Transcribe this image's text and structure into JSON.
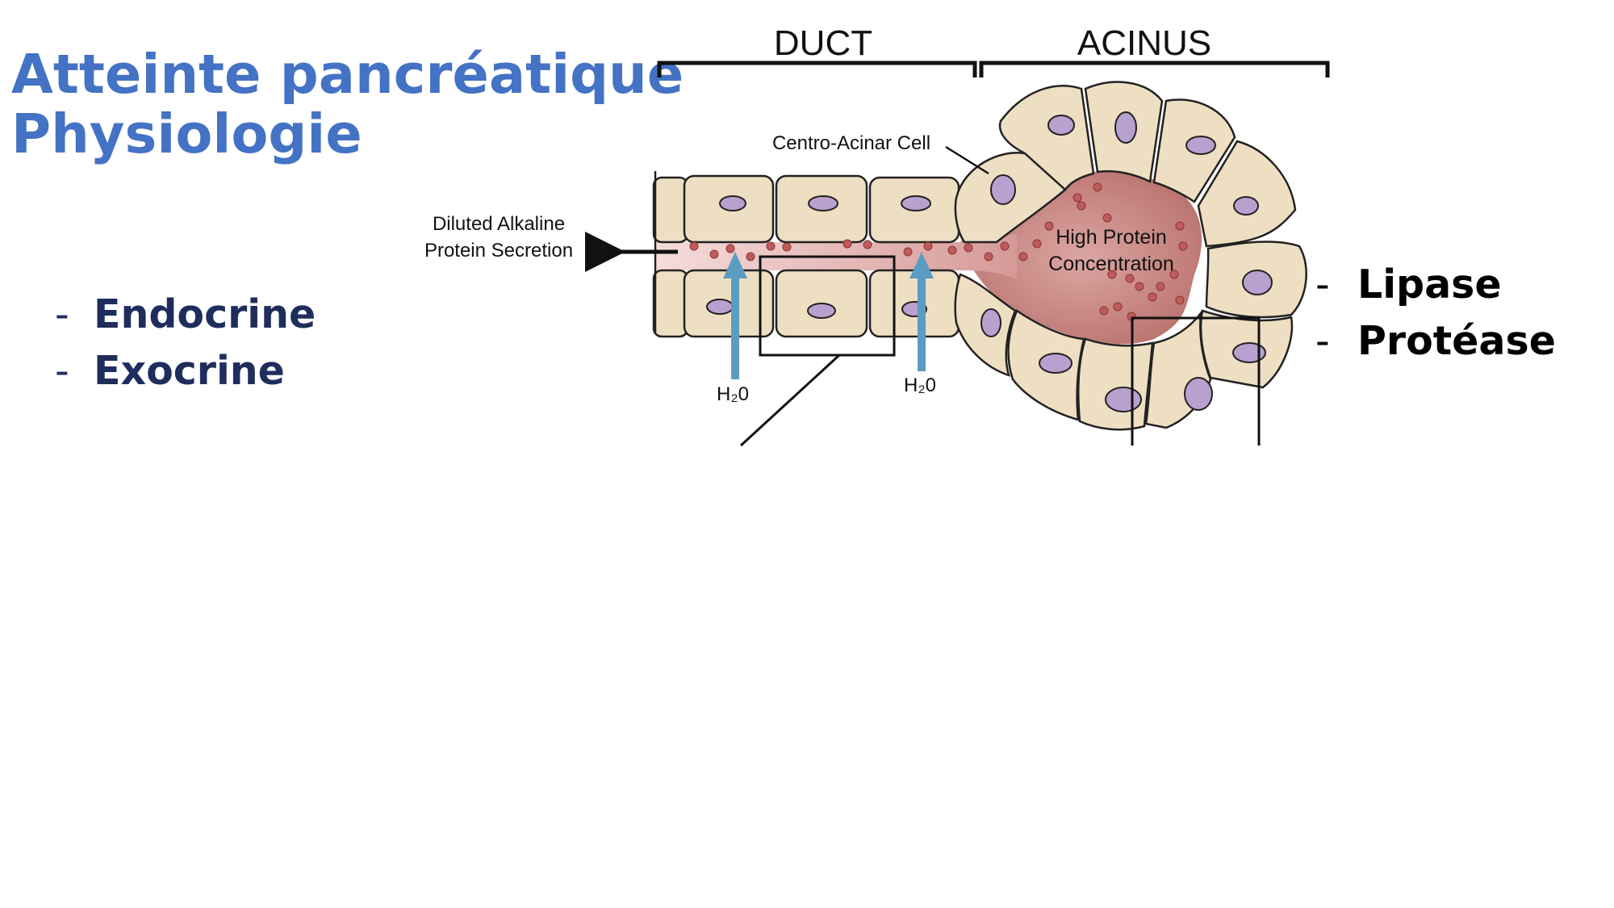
{
  "slide": {
    "title_line1": "Atteinte pancréatique",
    "title_line2": "Physiologie",
    "left_list": [
      {
        "dash": "-",
        "label": "Endocrine"
      },
      {
        "dash": "-",
        "label": "Exocrine"
      }
    ],
    "right_list": [
      {
        "dash": "-",
        "label": "Lipase"
      },
      {
        "dash": "-",
        "label": "Protéase"
      }
    ]
  },
  "diagram": {
    "label_duct": "DUCT",
    "label_acinus": "ACINUS",
    "label_centro_acinar": "Centro-Acinar Cell",
    "label_secretion_line1": "Diluted Alkaline",
    "label_secretion_line2": "Protein Secretion",
    "label_high_protein_line1": "High Protein",
    "label_high_protein_line2": "Concentration",
    "label_water_left": "H₂0",
    "label_water_right": "H₂0"
  },
  "colors": {
    "title": "#4472c4",
    "left_list_text": "#1f2d5c",
    "right_list_text": "#000000",
    "cell_fill": "#eedfc3",
    "nucleus_fill": "#b8a0cf",
    "lumen_fill": "#c98783",
    "water_arrow": "#5b9cc3"
  }
}
